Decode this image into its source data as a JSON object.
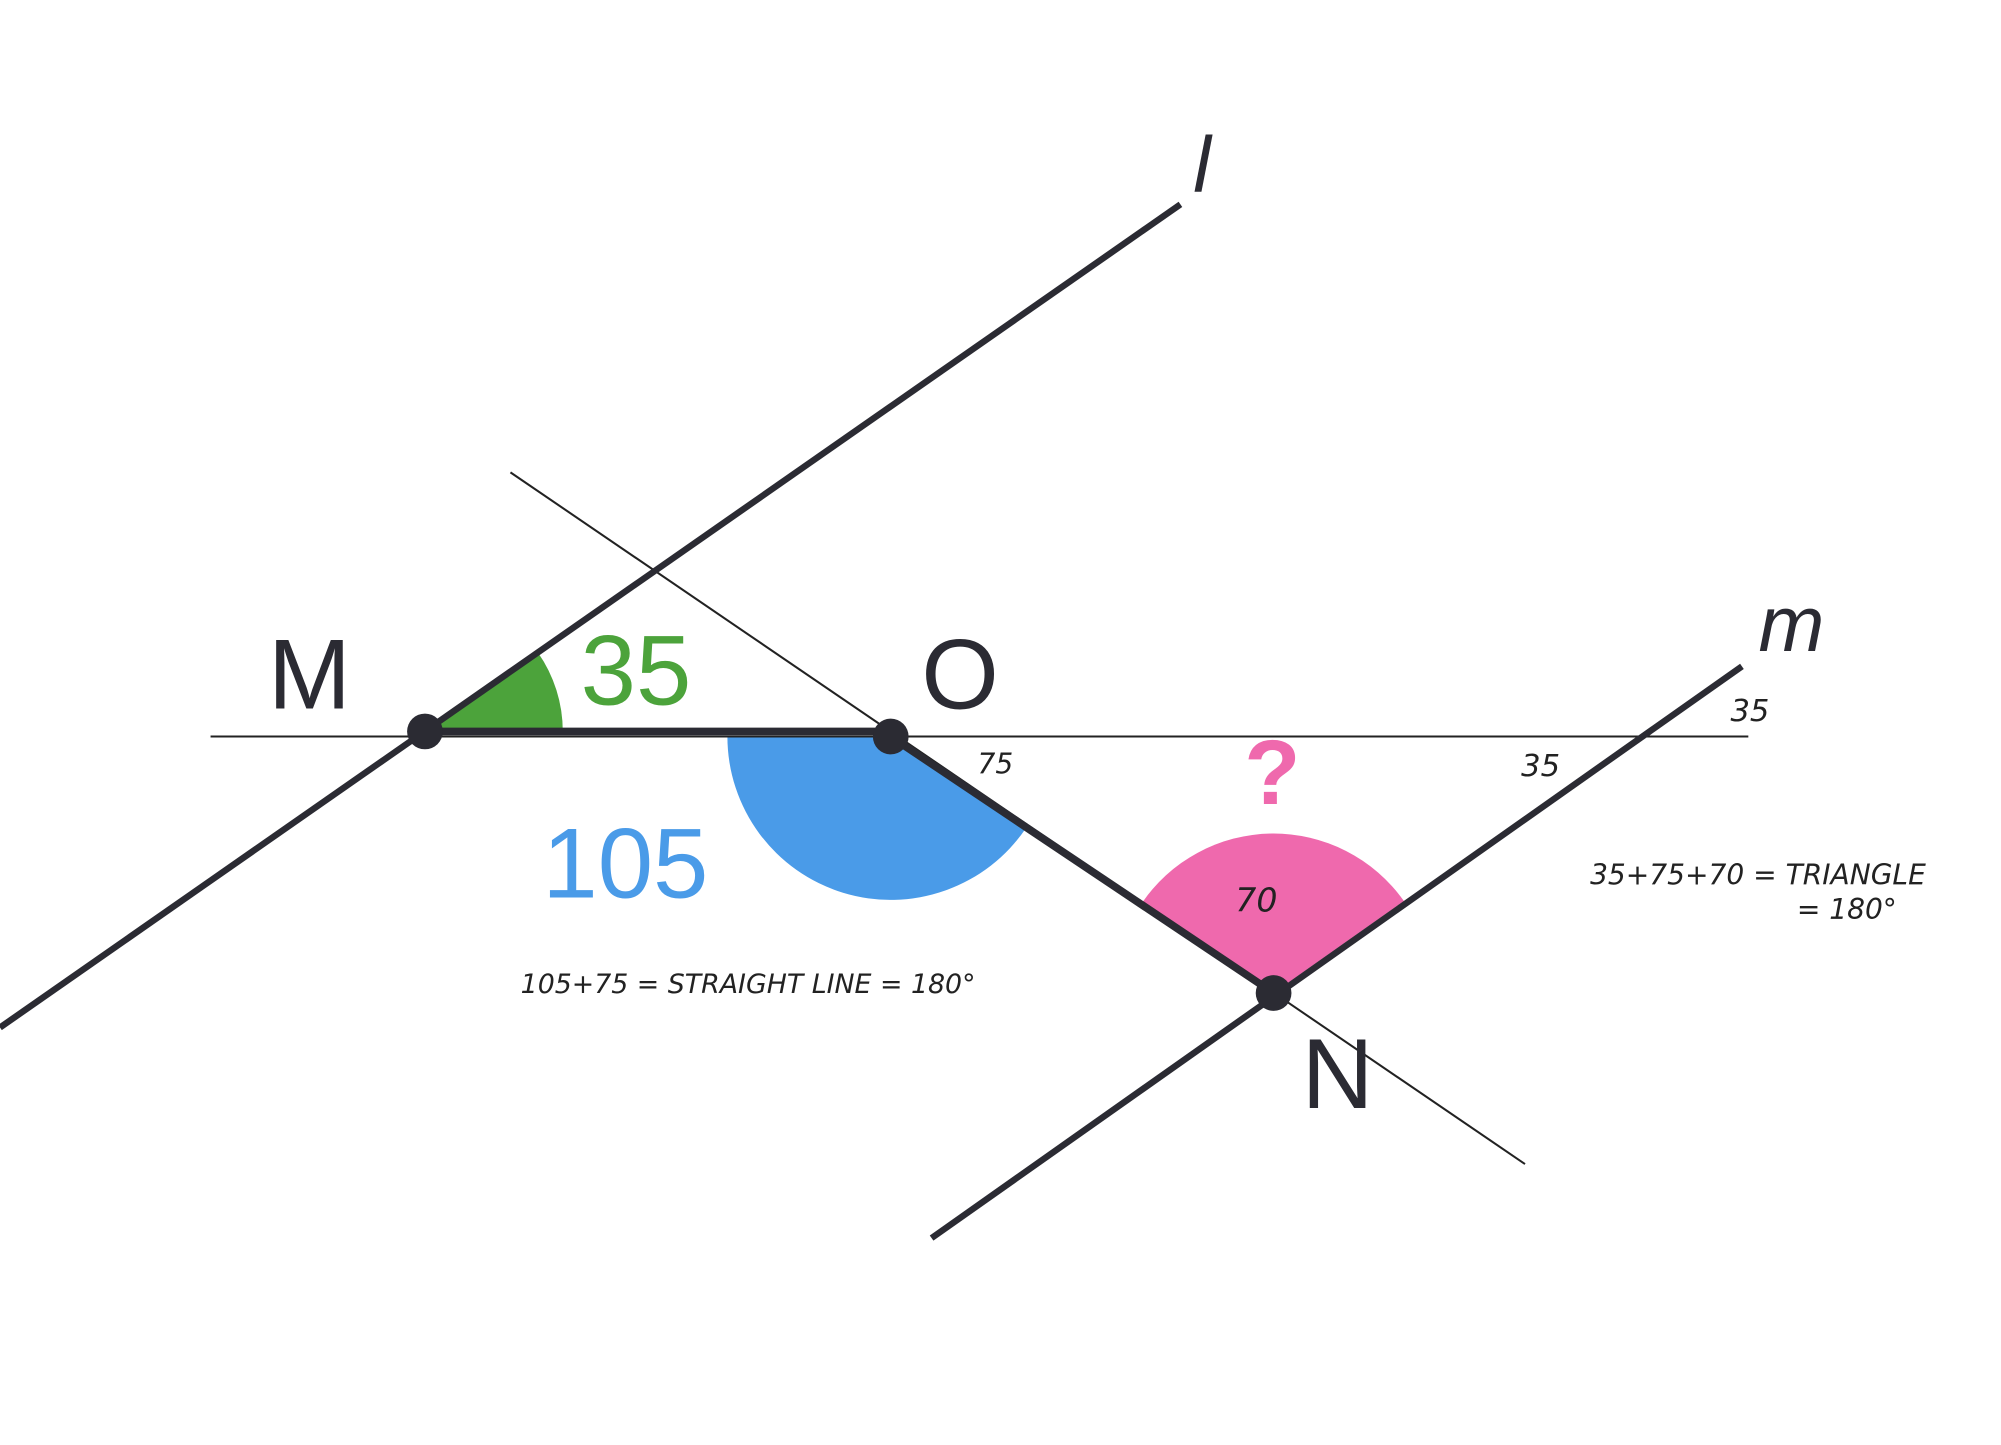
{
  "labels": {
    "line_l": "l",
    "line_m": "m",
    "point_m": "M",
    "point_o": "O",
    "point_n": "N",
    "angle_m": "35",
    "angle_o": "105",
    "angle_n": "?"
  },
  "handwritten": {
    "angle_on_small": "75",
    "angle_n_value": "70",
    "alt_angle_1": "35",
    "alt_angle_2": "35",
    "straight_line_note": "105+75 = STRAIGHT LINE = 180°",
    "triangle_note_line1": "35+75+70 = TRIANGLE",
    "triangle_note_line2": "= 180°"
  },
  "colors": {
    "green": "#4ca33b",
    "blue": "#4a9be8",
    "pink": "#ef69ad",
    "line": "#2b2b33"
  }
}
